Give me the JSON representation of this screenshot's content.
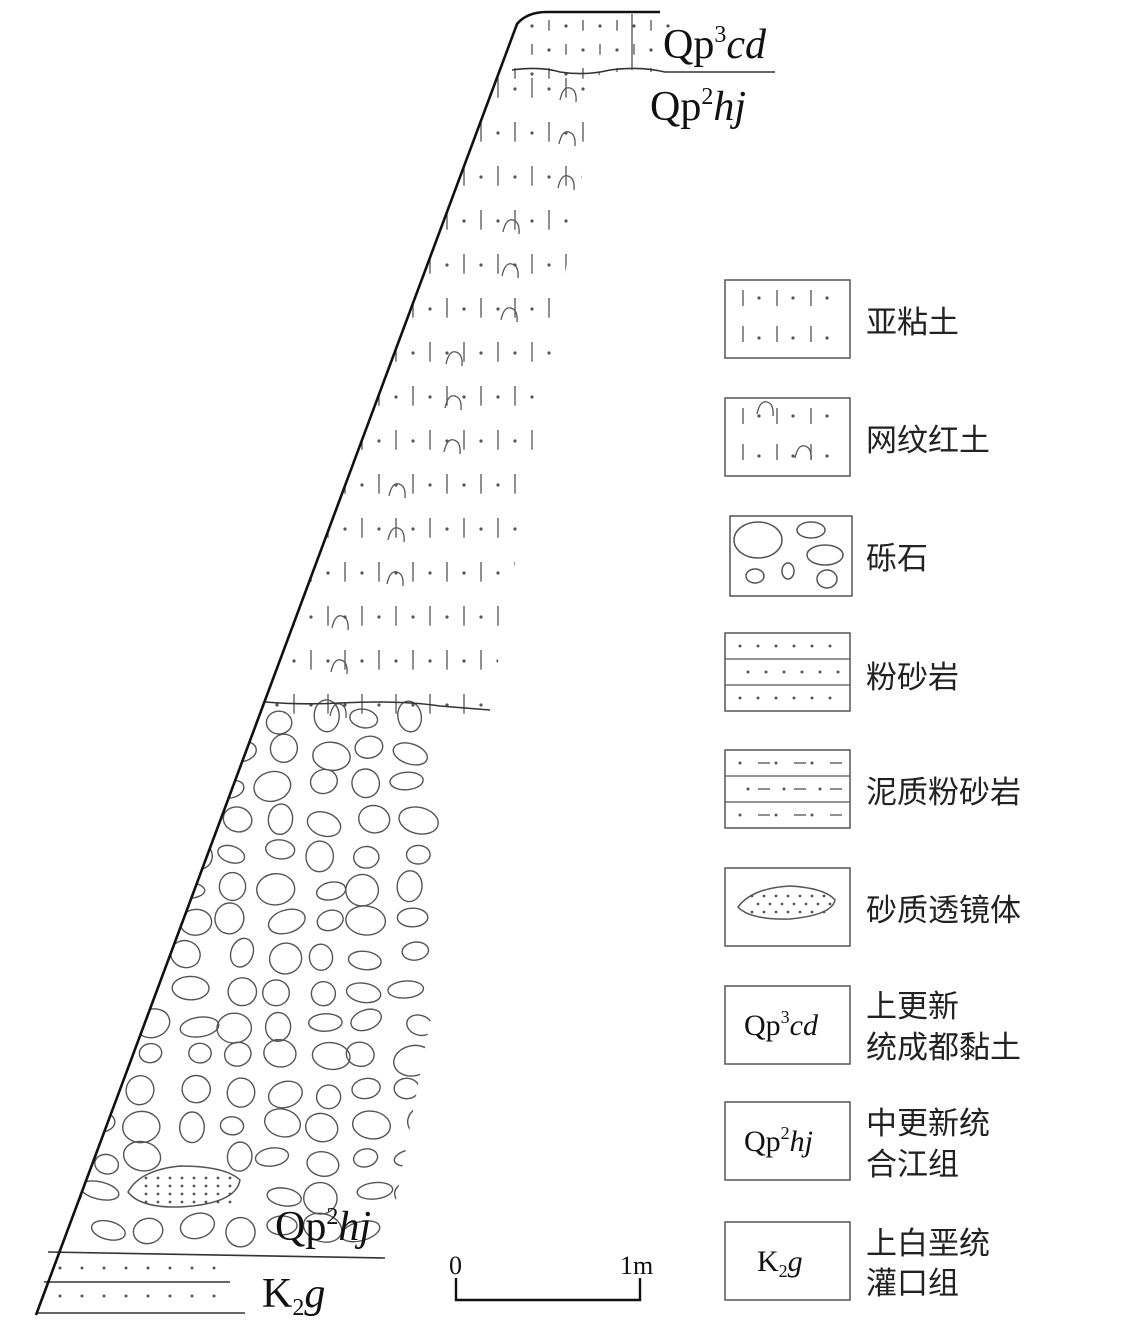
{
  "section": {
    "unit_labels": {
      "top": {
        "base": "Qp",
        "sup": "3",
        "suffix": "cd"
      },
      "upper": {
        "base": "Qp",
        "sup": "2",
        "suffix": "hj"
      },
      "lower": {
        "base": "Qp",
        "sup": "2",
        "suffix": "hj"
      },
      "bedrock": {
        "base": "K",
        "sub": "2",
        "suffix": "g"
      }
    },
    "layers": [
      {
        "code": "Qp3cd",
        "pattern": "亚粘土"
      },
      {
        "code": "Qp2hj",
        "pattern": "网纹红土"
      },
      {
        "code": "Qp2hj",
        "pattern": "砾石"
      },
      {
        "code": "K2g",
        "pattern": "粉砂岩"
      }
    ]
  },
  "scale_bar": {
    "start": "0",
    "end": "1m"
  },
  "legend": [
    {
      "symbol": "silty-clay",
      "text": "亚粘土"
    },
    {
      "symbol": "reticulated-red-clay",
      "text": "网纹红土"
    },
    {
      "symbol": "gravel",
      "text": "砾石"
    },
    {
      "symbol": "siltstone",
      "text": "粉砂岩"
    },
    {
      "symbol": "muddy-siltstone",
      "text": "泥质粉砂岩"
    },
    {
      "symbol": "sandy-lens",
      "text": "砂质透镜体"
    },
    {
      "symbol": "code",
      "code": {
        "base": "Qp",
        "sup": "3",
        "suffix": "cd"
      },
      "lines": [
        "上更新",
        "统成都黏土"
      ]
    },
    {
      "symbol": "code",
      "code": {
        "base": "Qp",
        "sup": "2",
        "suffix": "hj"
      },
      "lines": [
        "中更新统",
        "合江组"
      ]
    },
    {
      "symbol": "code",
      "code": {
        "base": "K",
        "sub": "2",
        "suffix": "g"
      },
      "lines": [
        "上白垩统",
        "灌口组"
      ]
    }
  ]
}
